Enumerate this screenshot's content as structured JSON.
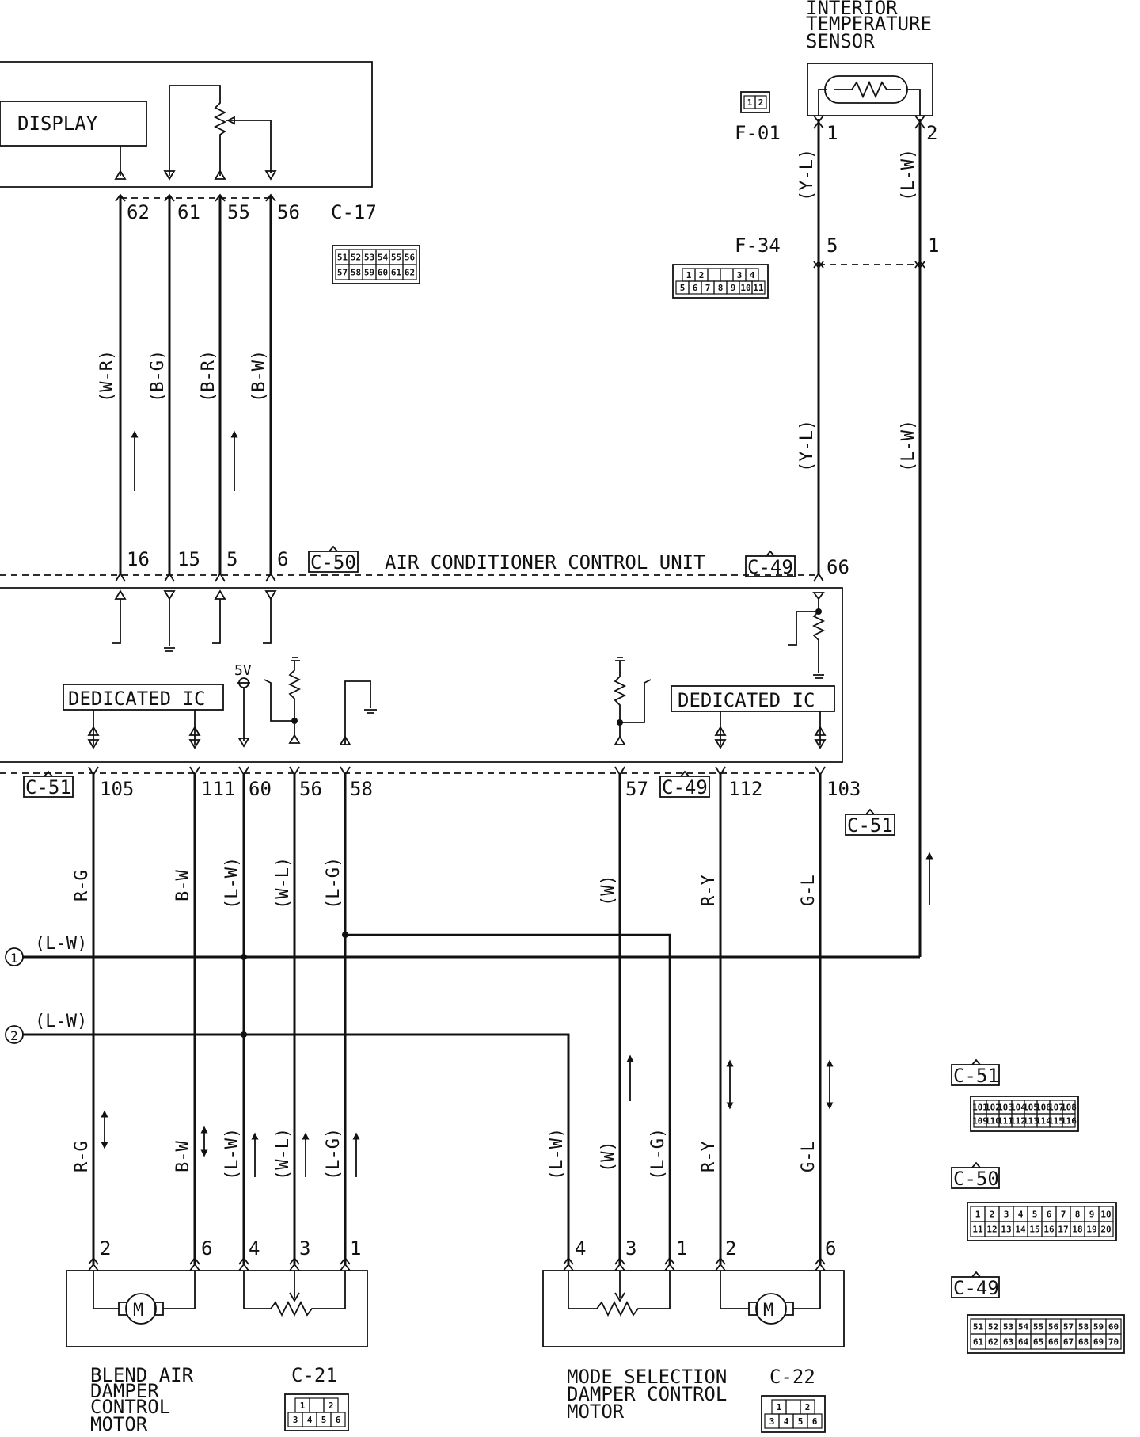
{
  "components": {
    "display": "DISPLAY",
    "acu": "AIR CONDITIONER CONTROL UNIT",
    "dedicated_ic": "DEDICATED IC",
    "interior_sensor": [
      "INTERIOR",
      "TEMPERATURE",
      "SENSOR"
    ],
    "blend_motor": [
      "BLEND AIR",
      "DAMPER",
      "CONTROL",
      "MOTOR"
    ],
    "mode_motor": [
      "MODE SELECTION",
      "DAMPER CONTROL",
      "MOTOR"
    ],
    "supply": "5V"
  },
  "connectors": {
    "c17": "C-17",
    "f01": "F-01",
    "f34": "F-34",
    "c50": "C-50",
    "c49": "C-49",
    "c51": "C-51",
    "c21": "C-21",
    "c22": "C-22"
  },
  "pins": {
    "c17": [
      "62",
      "61",
      "55",
      "56"
    ],
    "c50": [
      "16",
      "15",
      "5",
      "6"
    ],
    "c49_top": "66",
    "f01": [
      "1",
      "2"
    ],
    "f34": [
      "5",
      "1"
    ],
    "bottom": [
      "105",
      "111",
      "60",
      "56",
      "58",
      "57",
      "112",
      "103"
    ],
    "c21": [
      "2",
      "6",
      "4",
      "3",
      "1"
    ],
    "c22": [
      "4",
      "3",
      "1",
      "2",
      "6"
    ]
  },
  "wire_colors": {
    "upper": [
      "(W-R)",
      "(B-G)",
      "(B-R)",
      "(B-W)"
    ],
    "sensor_upper": [
      "(Y-L)",
      "(L-W)"
    ],
    "sensor_mid": [
      "(Y-L)",
      "(L-W)"
    ],
    "lower_mid": [
      "R-G",
      "B-W",
      "(L-W)",
      "(W-L)",
      "(L-G)",
      "(W)",
      "R-Y",
      "G-L"
    ],
    "blend_low": [
      "R-G",
      "B-W",
      "(L-W)",
      "(W-L)",
      "(L-G)"
    ],
    "mode_low": [
      "(L-W)",
      "(W)",
      "(L-G)",
      "R-Y",
      "G-L"
    ],
    "jumper": [
      "(L-W)",
      "(L-W)"
    ]
  },
  "refs": {
    "one": "1",
    "two": "2"
  },
  "connector_faces": {
    "c17": [
      [
        "51",
        "52",
        "53",
        "54",
        "55",
        "56"
      ],
      [
        "57",
        "58",
        "59",
        "60",
        "61",
        "62"
      ]
    ],
    "f01": [
      "1",
      "2"
    ],
    "f34": [
      [
        "1",
        "2",
        "",
        "",
        "3",
        "4"
      ],
      [
        "5",
        "6",
        "7",
        "8",
        "9",
        "10",
        "11"
      ]
    ],
    "c51": [
      [
        "101",
        "102",
        "103",
        "104",
        "105",
        "106",
        "107",
        "108"
      ],
      [
        "109",
        "110",
        "111",
        "112",
        "113",
        "114",
        "115",
        "116"
      ]
    ],
    "c50": [
      [
        "1",
        "2",
        "3",
        "4",
        "5",
        "6",
        "7",
        "8",
        "9",
        "10"
      ],
      [
        "11",
        "12",
        "13",
        "14",
        "15",
        "16",
        "17",
        "18",
        "19",
        "20"
      ]
    ],
    "c49": [
      [
        "51",
        "52",
        "53",
        "54",
        "55",
        "56",
        "57",
        "58",
        "59",
        "60"
      ],
      [
        "61",
        "62",
        "63",
        "64",
        "65",
        "66",
        "67",
        "68",
        "69",
        "70"
      ]
    ],
    "c21": [
      [
        "1",
        "",
        "2"
      ],
      [
        "3",
        "4",
        "5",
        "6"
      ]
    ],
    "c22": [
      [
        "1",
        "",
        "2"
      ],
      [
        "3",
        "4",
        "5",
        "6"
      ]
    ]
  }
}
